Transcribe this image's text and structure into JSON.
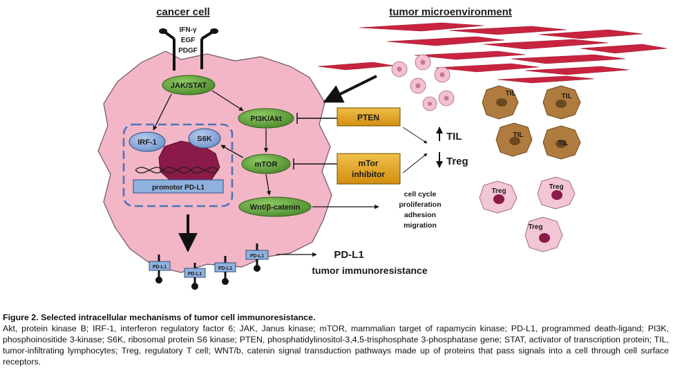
{
  "labels": {
    "cancer_cell": "cancer cell",
    "tumor_microenvironment": "tumor microenvironment",
    "ligands": [
      "IFN-γ",
      "EGF",
      "PDGF"
    ],
    "jak_stat": "JAK/STAT",
    "pi3k_akt": "PI3K/Akt",
    "irf1": "IRF-1",
    "s6k": "S6K",
    "mtor": "mTOR",
    "promotor": "promotor PD-L1",
    "wnt": "Wnt/β-catenin",
    "pten": "PTEN",
    "mtor_inhibitor": [
      "mTor",
      "inhibitor"
    ],
    "til_up": "TIL",
    "treg_down": "Treg",
    "outcomes": [
      "cell cycle",
      "proliferation",
      "adhesion",
      "migration"
    ],
    "pdl1_small": "PD-L1",
    "pdl1_big": "PD-L1",
    "immunoresistance": "tumor immunoresistance",
    "til_cell": "TIL",
    "treg_cell": "Treg"
  },
  "colors": {
    "cell_fill": "#f2b6c6",
    "green": "#62a23f",
    "blue": "#8fb1de",
    "gold": "#e3a61c",
    "til": "#b07b3e",
    "treg": "#f3c6d6",
    "fiber": "#c8243f"
  },
  "caption": {
    "title": "Figure 2. Selected intracellular mechanisms of tumor cell immunoresistance.",
    "body": "Akt, protein kinase B; IRF-1, interferon regulatory factor 6; JAK, Janus kinase; mTOR, mammalian target of rapamycin kinase; PD-L1, programmed death-ligand; PI3K, phosphoinositide 3-kinase; S6K, ribosomal protein S6 kinase; PTEN, phosphatidylinositol-3,4,5-trisphosphate 3-phosphatase gene; STAT, activator of transcription protein; TIL, tumor-infiltrating lymphocytes; Treg, regulatory T cell; WNT/b, catenin signal transduction pathways made up of proteins that pass signals into a cell through cell surface receptors."
  }
}
